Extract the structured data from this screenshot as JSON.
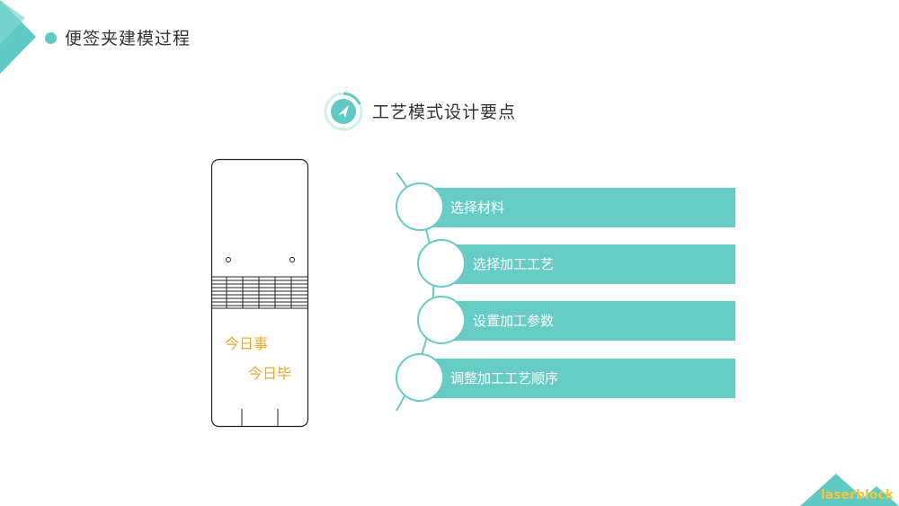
{
  "header": {
    "title": "便签夹建模过程"
  },
  "section": {
    "title": "工艺模式设计要点",
    "icon": "paper-plane-icon"
  },
  "clip": {
    "line1": "今日事",
    "line2": "今日毕"
  },
  "steps": [
    {
      "label": "选择材料"
    },
    {
      "label": "选择加工工艺"
    },
    {
      "label": "设置加工参数"
    },
    {
      "label": "调整加工工艺顺序"
    }
  ],
  "logo": {
    "text": "laserblock"
  },
  "colors": {
    "accent": "#66ccc5",
    "clip_text": "#e8a92a",
    "logo": "#f4c63a"
  }
}
